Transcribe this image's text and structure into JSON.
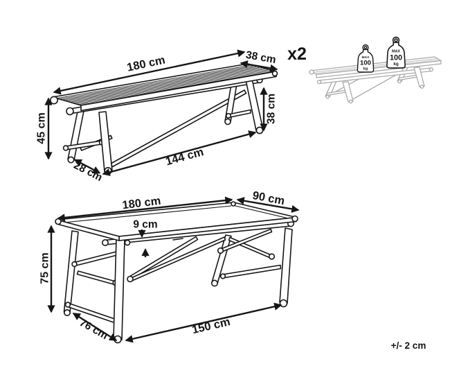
{
  "bench": {
    "quantity_label": "x2",
    "length_label": "180 cm",
    "depth_label": "38 cm",
    "height_label": "45 cm",
    "seat_height_label": "38 cm",
    "base_length_label": "144 cm",
    "base_depth_label": "28 cm"
  },
  "table": {
    "length_label": "180 cm",
    "depth_label": "90 cm",
    "frame_height_label": "9 cm",
    "height_label": "75 cm",
    "base_depth_label": "76 cm",
    "base_length_label": "150 cm"
  },
  "max_load_badge": {
    "max_label": "MAX",
    "value_label": "100",
    "unit_label": "kg"
  },
  "tolerance_note": "+/- 2 cm",
  "colors": {
    "line": "#161616",
    "reference_gray": "#a9a9a9",
    "background": "#ffffff"
  }
}
